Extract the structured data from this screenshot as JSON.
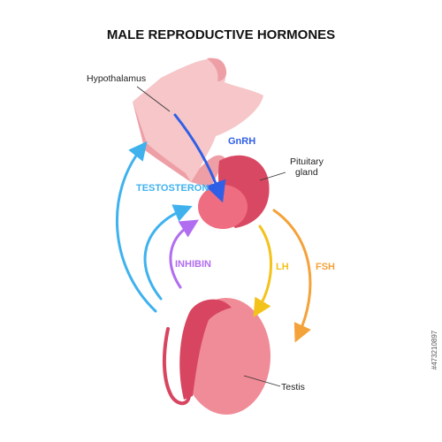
{
  "title": "MALE REPRODUCTIVE HORMONES",
  "labels": {
    "hypothalamus": "Hypothalamus",
    "pituitary_line1": "Pituitary",
    "pituitary_line2": "gland",
    "testis": "Testis"
  },
  "hormones": {
    "gnrh": "GnRH",
    "testosteron": "TESTOSTERON",
    "inhibin": "INHIBIN",
    "lh": "LH",
    "fsh": "FSH"
  },
  "stock_id": "#473210897",
  "colors": {
    "gnrh": "#2f5fe6",
    "testosteron": "#3fb2ee",
    "inhibin": "#b16df0",
    "lh": "#f3c21b",
    "fsh": "#f4a23a",
    "hypothalamus_fill": "#f6c6c8",
    "hypothalamus_side": "#ee9fa6",
    "pituitary_front": "#ef6d80",
    "pituitary_back": "#d94862",
    "testis_body": "#f08c98",
    "epididymis": "#d84560"
  }
}
